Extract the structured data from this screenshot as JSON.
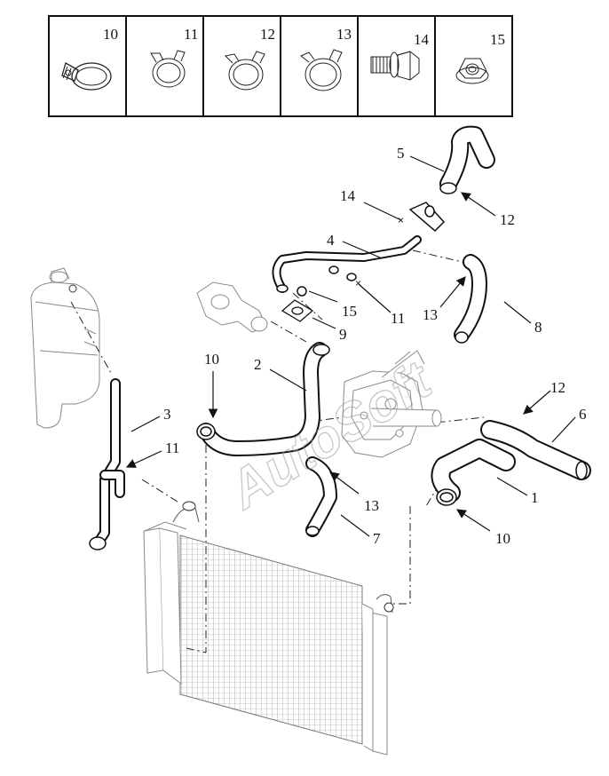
{
  "legend": {
    "cells": [
      {
        "number": "10",
        "icon": "worm-gear-clamp-icon"
      },
      {
        "number": "11",
        "icon": "spring-clamp-icon"
      },
      {
        "number": "12",
        "icon": "spring-clamp-icon"
      },
      {
        "number": "13",
        "icon": "spring-clamp-icon"
      },
      {
        "number": "14",
        "icon": "flange-bolt-icon"
      },
      {
        "number": "15",
        "icon": "flange-nut-icon"
      }
    ]
  },
  "callouts": {
    "c1": "1",
    "c2": "2",
    "c3": "3",
    "c4": "4",
    "c5": "5",
    "c6": "6",
    "c7": "7",
    "c8": "8",
    "c9": "9",
    "c10a": "10",
    "c10b": "10",
    "c11a": "11",
    "c11b": "11",
    "c12a": "12",
    "c12b": "12",
    "c13a": "13",
    "c13b": "13",
    "c14": "14",
    "c15": "15"
  },
  "watermark": "AutoSoft",
  "colors": {
    "line": "#111111",
    "background": "#ffffff",
    "watermark": "#9a9a9a"
  }
}
